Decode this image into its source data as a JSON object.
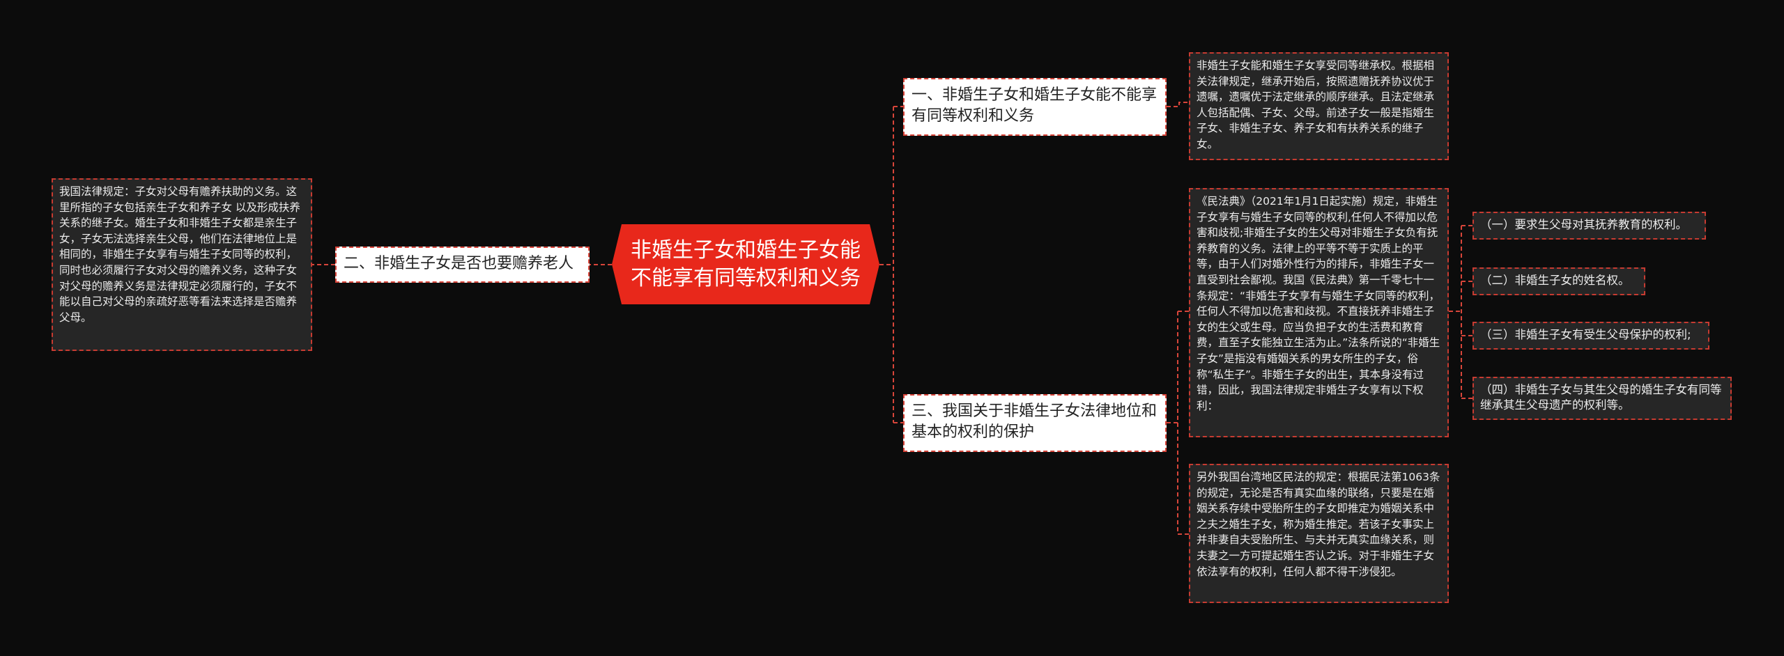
{
  "central": {
    "title": "非婚生子女和婚生子女能不能享有同等权利和义务"
  },
  "branches": {
    "b1": {
      "label": "一、非婚生子女和婚生子女能不能享有同等权利和义务"
    },
    "b2": {
      "label": "二、非婚生子女是否也要赡养老人"
    },
    "b3": {
      "label": "三、我国关于非婚生子女法律地位和基本的权利的保护"
    }
  },
  "leaves": {
    "l1": {
      "text": "非婚生子女能和婚生子女享受同等继承权。根据相关法律规定，继承开始后，按照遗赠抚养协议优于遗嘱，遗嘱优于法定继承的顺序继承。且法定继承人包括配偶、子女、父母。前述子女一般是指婚生子女、非婚生子女、养子女和有扶养关系的继子女。"
    },
    "l2": {
      "text": "我国法律规定：子女对父母有赡养扶助的义务。这里所指的子女包括亲生子女和养子女 以及形成扶养关系的继子女。婚生子女和非婚生子女都是亲生子女，子女无法选择亲生父母，他们在法律地位上是相同的，非婚生子女享有与婚生子女同等的权利，同时也必须履行子女对父母的赡养义务，这种子女对父母的赡养义务是法律规定必须履行的，子女不能以自己对父母的亲疏好恶等看法来选择是否赡养父母。"
    },
    "l3": {
      "text": "《民法典》（2021年1月1日起实施）规定，非婚生子女享有与婚生子女同等的权利,任何人不得加以危害和歧视;非婚生子女的生父母对非婚生子女负有抚养教育的义务。法律上的平等不等于实质上的平等，由于人们对婚外性行为的排斥，非婚生子女一直受到社会鄙视。我国《民法典》第一千零七十一条规定：“非婚生子女享有与婚生子女同等的权利，任何人不得加以危害和歧视。不直接抚养非婚生子女的生父或生母。应当负担子女的生活费和教育费，直至子女能独立生活为止。”法条所说的“非婚生子女”是指没有婚姻关系的男女所生的子女，俗称“私生子”。非婚生子女的出生，其本身没有过错，因此，我国法律规定非婚生子女享有以下权利："
    },
    "l4": {
      "text": "另外我国台湾地区民法的规定：根据民法第1063条的规定，无论是否有真实血缘的联络，只要是在婚姻关系存续中受胎所生的子女即推定为婚姻关系中之夫之婚生子女，称为婚生推定。若该子女事实上并非妻自夫受胎所生、与夫并无真实血缘关系，则夫妻之一方可提起婚生否认之诉。对于非婚生子女依法享有的权利，任何人都不得干涉侵犯。"
    }
  },
  "rights": [
    {
      "label": "（一）要求生父母对其抚养教育的权利。"
    },
    {
      "label": "（二）非婚生子女的姓名权。"
    },
    {
      "label": "（三）非婚生子女有受生父母保护的权利;"
    },
    {
      "label": "（四）非婚生子女与其生父母的婚生子女有同等继承其生父母遗产的权利等。"
    }
  ],
  "colors": {
    "background": "#0c0c0c",
    "central_fill": "#e8281b",
    "connector": "#d8453a",
    "leaf_fill": "#262626"
  }
}
